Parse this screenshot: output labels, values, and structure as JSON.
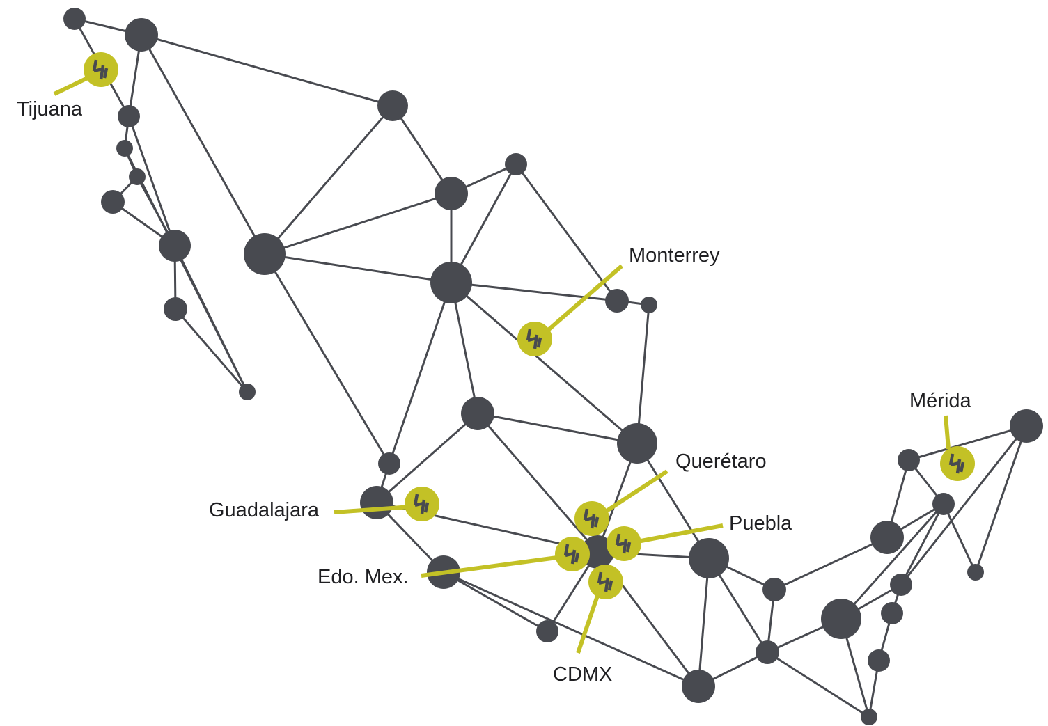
{
  "colors": {
    "network": "#484a50",
    "accent": "#c3c126",
    "label": "#1f1f22",
    "background": "#ffffff"
  },
  "marker_icon": "logo-mark-icon",
  "cities": {
    "tijuana": "Tijuana",
    "monterrey": "Monterrey",
    "merida": "Mérida",
    "queretaro": "Querétaro",
    "guadalajara": "Guadalajara",
    "puebla": "Puebla",
    "edo_mex": "Edo. Mex.",
    "cdmx": "CDMX"
  }
}
